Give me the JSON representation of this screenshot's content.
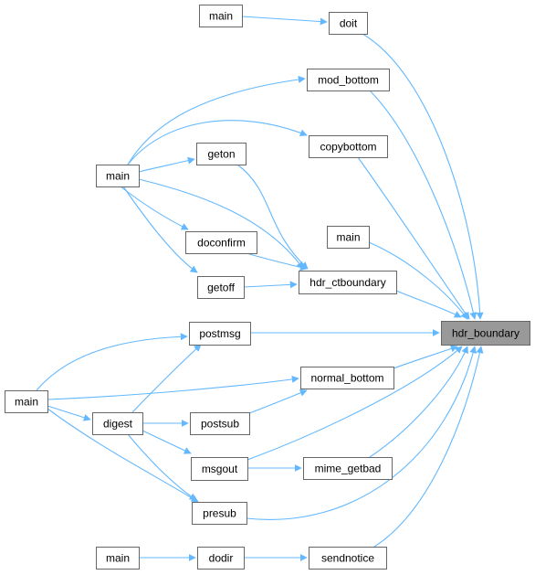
{
  "colors": {
    "edge": "#63b8ff",
    "node_border": "#666666",
    "root_fill": "#999999"
  },
  "nodes": [
    {
      "id": "hdr_boundary",
      "label": "hdr_boundary",
      "root": true
    },
    {
      "id": "main_doit",
      "label": "main"
    },
    {
      "id": "doit",
      "label": "doit"
    },
    {
      "id": "mod_bottom",
      "label": "mod_bottom"
    },
    {
      "id": "copybottom",
      "label": "copybottom"
    },
    {
      "id": "main_a",
      "label": "main"
    },
    {
      "id": "geton",
      "label": "geton"
    },
    {
      "id": "main_direct",
      "label": "main"
    },
    {
      "id": "doconfirm",
      "label": "doconfirm"
    },
    {
      "id": "getoff",
      "label": "getoff"
    },
    {
      "id": "hdr_ctboundary",
      "label": "hdr_ctboundary"
    },
    {
      "id": "postmsg",
      "label": "postmsg"
    },
    {
      "id": "main_b",
      "label": "main"
    },
    {
      "id": "normal_bottom",
      "label": "normal_bottom"
    },
    {
      "id": "digest",
      "label": "digest"
    },
    {
      "id": "postsub",
      "label": "postsub"
    },
    {
      "id": "msgout",
      "label": "msgout"
    },
    {
      "id": "mime_getbad",
      "label": "mime_getbad"
    },
    {
      "id": "presub",
      "label": "presub"
    },
    {
      "id": "main_c",
      "label": "main"
    },
    {
      "id": "dodir",
      "label": "dodir"
    },
    {
      "id": "sendnotice",
      "label": "sendnotice"
    }
  ],
  "edges": [
    {
      "from": "main_doit",
      "to": "doit"
    },
    {
      "from": "doit",
      "to": "hdr_boundary"
    },
    {
      "from": "mod_bottom",
      "to": "hdr_boundary"
    },
    {
      "from": "copybottom",
      "to": "hdr_boundary"
    },
    {
      "from": "main_direct",
      "to": "hdr_boundary"
    },
    {
      "from": "hdr_ctboundary",
      "to": "hdr_boundary"
    },
    {
      "from": "postmsg",
      "to": "hdr_boundary"
    },
    {
      "from": "normal_bottom",
      "to": "hdr_boundary"
    },
    {
      "from": "mime_getbad",
      "to": "hdr_boundary"
    },
    {
      "from": "msgout",
      "to": "hdr_boundary"
    },
    {
      "from": "presub",
      "to": "hdr_boundary"
    },
    {
      "from": "sendnotice",
      "to": "hdr_boundary"
    },
    {
      "from": "main_a",
      "to": "mod_bottom"
    },
    {
      "from": "main_a",
      "to": "copybottom"
    },
    {
      "from": "main_a",
      "to": "geton"
    },
    {
      "from": "main_a",
      "to": "hdr_ctboundary"
    },
    {
      "from": "main_a",
      "to": "doconfirm"
    },
    {
      "from": "main_a",
      "to": "getoff"
    },
    {
      "from": "geton",
      "to": "hdr_ctboundary"
    },
    {
      "from": "doconfirm",
      "to": "hdr_ctboundary"
    },
    {
      "from": "getoff",
      "to": "hdr_ctboundary"
    },
    {
      "from": "main_b",
      "to": "postmsg"
    },
    {
      "from": "main_b",
      "to": "normal_bottom"
    },
    {
      "from": "main_b",
      "to": "digest"
    },
    {
      "from": "main_b",
      "to": "presub"
    },
    {
      "from": "digest",
      "to": "postmsg"
    },
    {
      "from": "digest",
      "to": "postsub"
    },
    {
      "from": "digest",
      "to": "msgout"
    },
    {
      "from": "digest",
      "to": "presub"
    },
    {
      "from": "postsub",
      "to": "normal_bottom"
    },
    {
      "from": "msgout",
      "to": "mime_getbad"
    },
    {
      "from": "main_c",
      "to": "dodir"
    },
    {
      "from": "dodir",
      "to": "sendnotice"
    }
  ]
}
